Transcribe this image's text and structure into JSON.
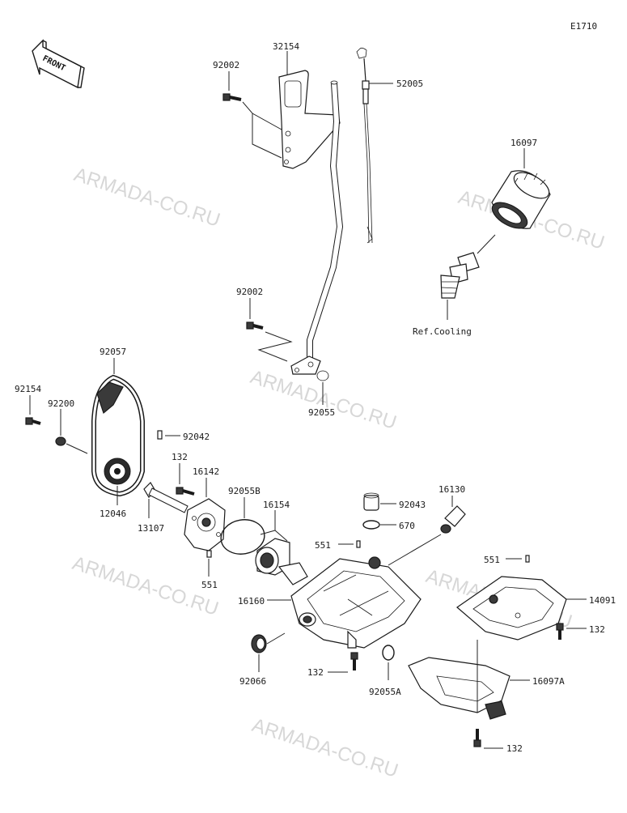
{
  "diagram_code": "E1710",
  "front_marker": "FRONT",
  "watermark": "ARMADA-CO.RU",
  "labels": {
    "p32154": "32154",
    "p92002a": "92002",
    "p52005": "52005",
    "p16097": "16097",
    "ref_cooling": "Ref.Cooling",
    "p92002b": "92002",
    "p92057": "92057",
    "p92055": "92055",
    "p92154": "92154",
    "p92200": "92200",
    "p92042": "92042",
    "p132a": "132",
    "p16142": "16142",
    "p92055b": "92055B",
    "p16154": "16154",
    "p12046": "12046",
    "p13107": "13107",
    "p551a": "551",
    "p92043": "92043",
    "p16130": "16130",
    "p670": "670",
    "p551b": "551",
    "p551c": "551",
    "p16160": "16160",
    "p14091": "14091",
    "p132b": "132",
    "p92066": "92066",
    "p132c": "132",
    "p92055a": "92055A",
    "p16097a": "16097A",
    "p132d": "132"
  }
}
